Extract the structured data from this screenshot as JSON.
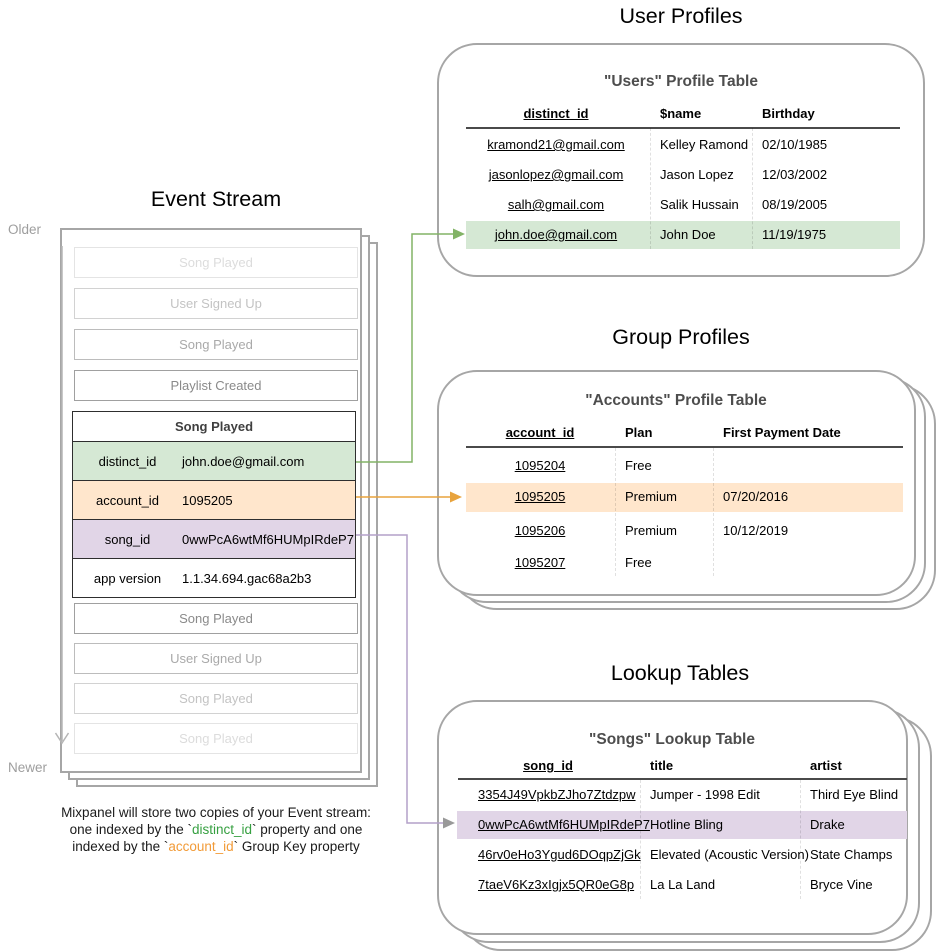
{
  "colors": {
    "green_fill": "#d5e8d4",
    "green_stroke": "#82b366",
    "orange_fill": "#ffe6cc",
    "orange_stroke": "#e8a33d",
    "purple_fill": "#e1d5e7",
    "purple_stroke": "#b4a1c8",
    "gray_stroke": "#a6a6a6",
    "caption_green": "#36a041",
    "caption_orange": "#f29b38"
  },
  "section_titles": {
    "event_stream": "Event Stream",
    "user_profiles": "User Profiles",
    "group_profiles": "Group Profiles",
    "lookup_tables": "Lookup Tables"
  },
  "timeline": {
    "older": "Older",
    "newer": "Newer"
  },
  "event_stream": {
    "events_before": [
      {
        "label": "Song Played"
      },
      {
        "label": "User Signed Up"
      },
      {
        "label": "Song Played"
      },
      {
        "label": "Playlist Created"
      }
    ],
    "expanded_event": {
      "title": "Song Played",
      "properties": [
        {
          "key": "distinct_id",
          "value": "john.doe@gmail.com"
        },
        {
          "key": "account_id",
          "value": "1095205"
        },
        {
          "key": "song_id",
          "value": "0wwPcA6wtMf6HUMpIRdeP7"
        },
        {
          "key": "app version",
          "value": "1.1.34.694.gac68a2b3"
        }
      ]
    },
    "events_after": [
      {
        "label": "Song Played"
      },
      {
        "label": "User Signed Up"
      },
      {
        "label": "Song Played"
      },
      {
        "label": "Song Played"
      }
    ]
  },
  "users_table": {
    "title": "\"Users\" Profile Table",
    "columns": [
      "distinct_id",
      "$name",
      "Birthday"
    ],
    "rows": [
      [
        "kramond21@gmail.com",
        "Kelley Ramond",
        "02/10/1985"
      ],
      [
        "jasonlopez@gmail.com",
        "Jason Lopez",
        "12/03/2002"
      ],
      [
        "salh@gmail.com",
        "Salik Hussain",
        "08/19/2005"
      ],
      [
        "john.doe@gmail.com",
        "John Doe",
        "11/19/1975"
      ]
    ],
    "highlighted_row_index": 3
  },
  "accounts_table": {
    "title": "\"Accounts\" Profile Table",
    "columns": [
      "account_id",
      "Plan",
      "First Payment Date"
    ],
    "rows": [
      [
        "1095204",
        "Free",
        ""
      ],
      [
        "1095205",
        "Premium",
        "07/20/2016"
      ],
      [
        "1095206",
        "Premium",
        "10/12/2019"
      ],
      [
        "1095207",
        "Free",
        ""
      ]
    ],
    "highlighted_row_index": 1
  },
  "songs_table": {
    "title": "\"Songs\" Lookup Table",
    "columns": [
      "song_id",
      "title",
      "artist"
    ],
    "rows": [
      [
        "3354J49VpkbZJho7Ztdzpw",
        "Jumper - 1998 Edit",
        "Third Eye Blind"
      ],
      [
        "0wwPcA6wtMf6HUMpIRdeP7",
        "Hotline Bling",
        "Drake"
      ],
      [
        "46rv0eHo3Ygud6DOqpZjGk",
        "Elevated (Acoustic Version)",
        "State Champs"
      ],
      [
        "7taeV6Kz3xIgjx5QR0eG8p",
        "La La Land",
        "Bryce Vine"
      ]
    ],
    "highlighted_row_index": 1
  },
  "caption": {
    "line1": "Mixpanel will store two copies of your Event stream:",
    "line2_pre": "one indexed by the `",
    "line2_code": "distinct_id",
    "line2_post": "` property and one",
    "line3_pre": "indexed by the `",
    "line3_code": "account_id",
    "line3_post": "` Group Key property"
  }
}
